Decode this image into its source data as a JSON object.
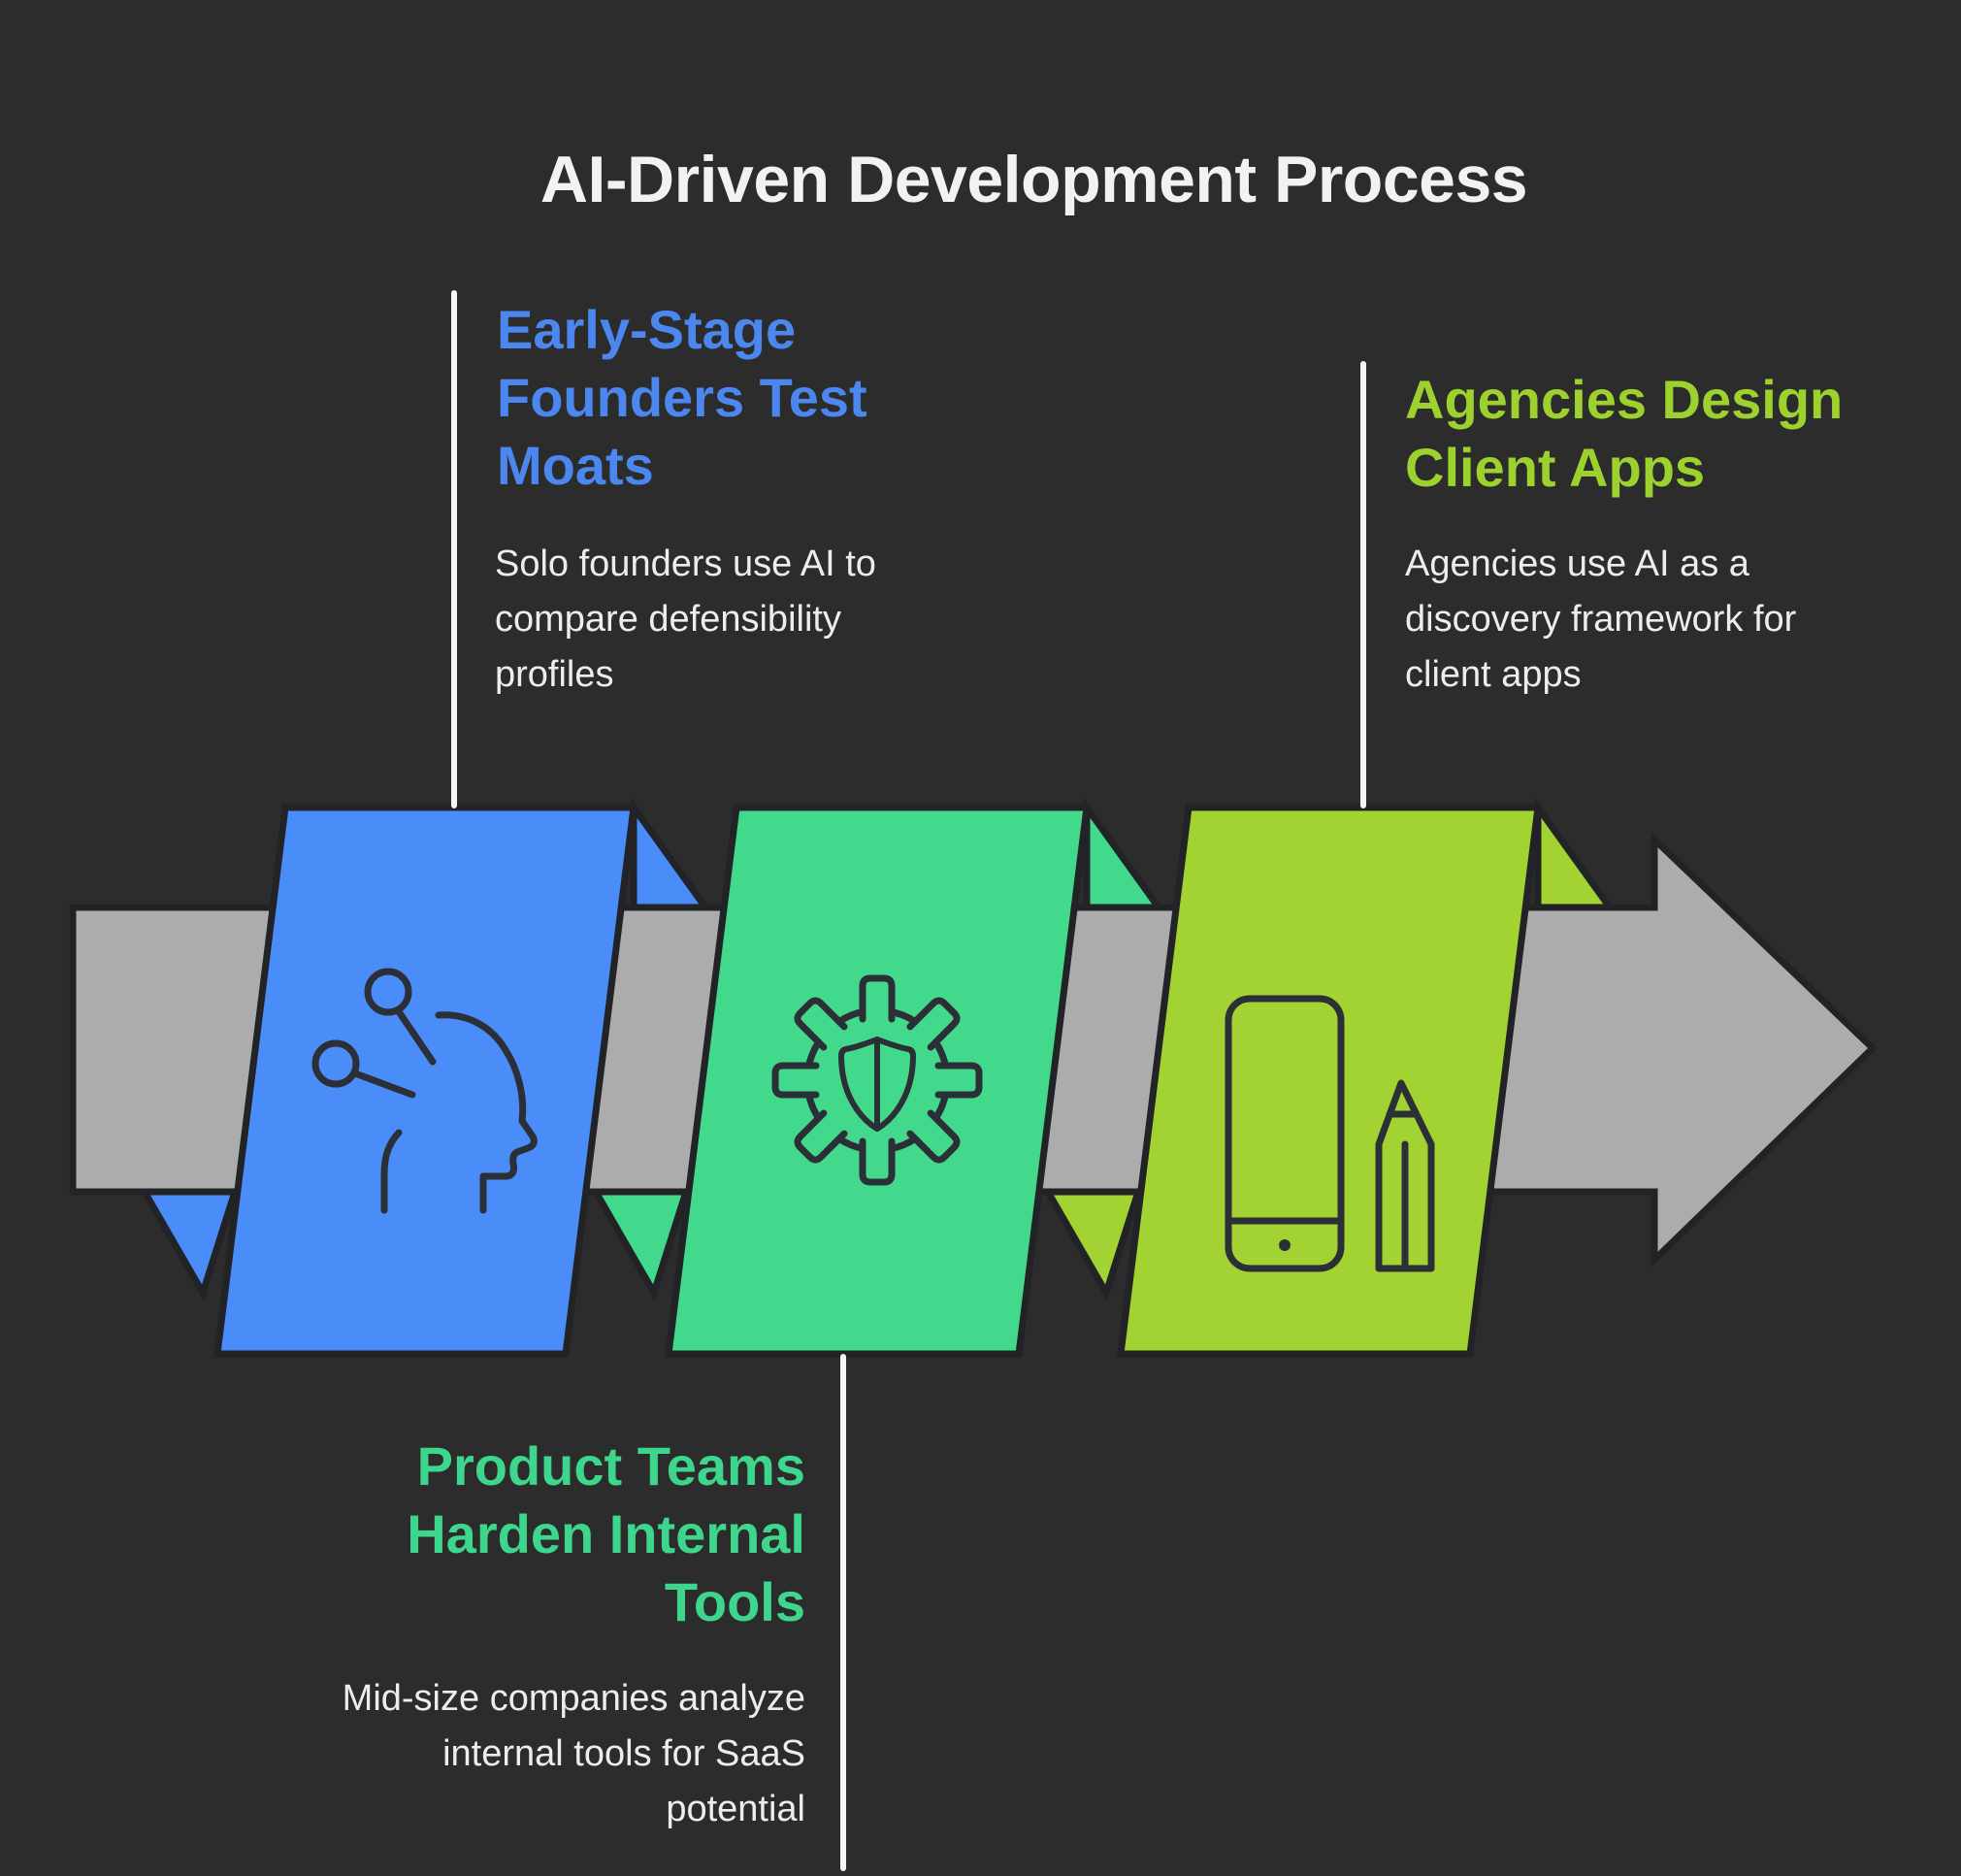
{
  "title": "AI-Driven Development Process",
  "colors": {
    "background": "#2C2C2C",
    "arrow_gray": "#ACACAC",
    "ribbon_blue": "#4A8DF8",
    "ribbon_green": "#43D98D",
    "ribbon_lime": "#A3D233",
    "heading_blue": "#4C87F0",
    "heading_green": "#3DD68C",
    "heading_lime": "#9DD22E",
    "title_text": "#F2F2F2",
    "body_text": "#EDEDED",
    "connector_line": "#F5F5F5"
  },
  "steps": [
    {
      "id": "early-stage-founders",
      "heading": "Early-Stage\nFounders Test\nMoats",
      "body": "Solo founders use AI to\ncompare defensibility\nprofiles",
      "icon": "head-with-nodes"
    },
    {
      "id": "product-teams",
      "heading": "Product Teams\nHarden Internal\nTools",
      "body": "Mid-size companies analyze\ninternal tools for SaaS\npotential",
      "icon": "gear-with-shield"
    },
    {
      "id": "agencies",
      "heading": "Agencies Design\nClient Apps",
      "body": "Agencies use AI as a\ndiscovery framework for\nclient apps",
      "icon": "phone-with-pencil"
    }
  ]
}
